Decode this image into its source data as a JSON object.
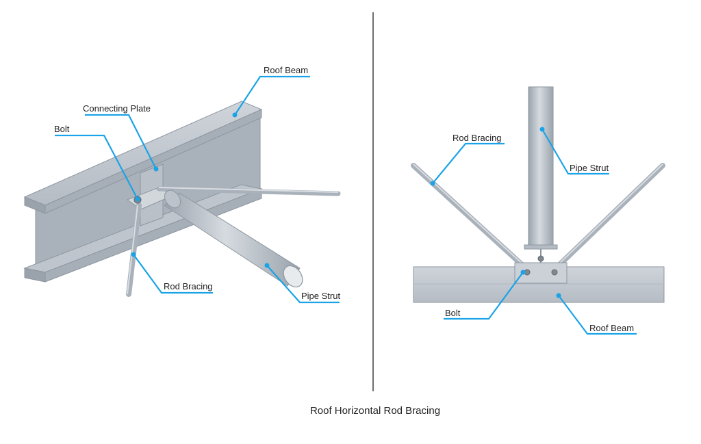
{
  "left_view": {
    "labels": {
      "roof_beam": "Roof Beam",
      "connecting_plate": "Connecting Plate",
      "bolt": "Bolt",
      "rod_bracing": "Rod Bracing",
      "pipe_strut": "Pipe Strut"
    }
  },
  "right_view": {
    "labels": {
      "rod_bracing": "Rod Bracing",
      "pipe_strut": "Pipe Strut",
      "bolt": "Bolt",
      "roof_beam": "Roof Beam"
    }
  },
  "caption": "Roof Horizontal Rod Bracing",
  "colors": {
    "leader": "#1aa3e6",
    "steel_light": "#c7cdd4",
    "steel_mid": "#aab2bb",
    "steel_dark": "#8d96a0",
    "divider": "#6e6e6e"
  }
}
